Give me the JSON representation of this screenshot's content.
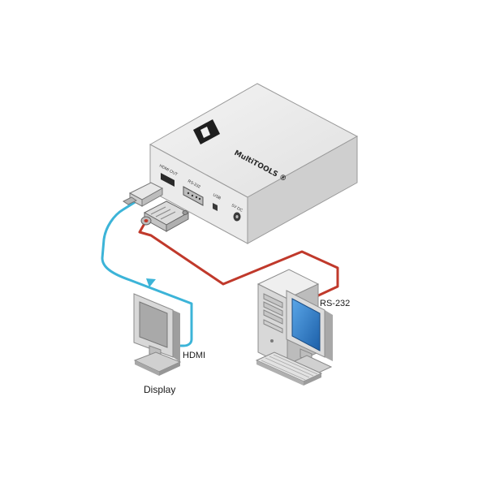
{
  "device": {
    "brand_text": "MultiTOOLS ®",
    "ports": {
      "hdmi_out": "HDMI OUT",
      "rs232": "RS-232",
      "usb": "USB",
      "power": "5V DC"
    }
  },
  "labels": {
    "display": "Display",
    "hdmi": "HDMI",
    "rs232": "RS-232"
  },
  "colors": {
    "hdmi_cable": "#3cb4d8",
    "rs232_cable": "#c0392b",
    "device_body": "#e6e6e6",
    "screen": "#2b79c9"
  }
}
